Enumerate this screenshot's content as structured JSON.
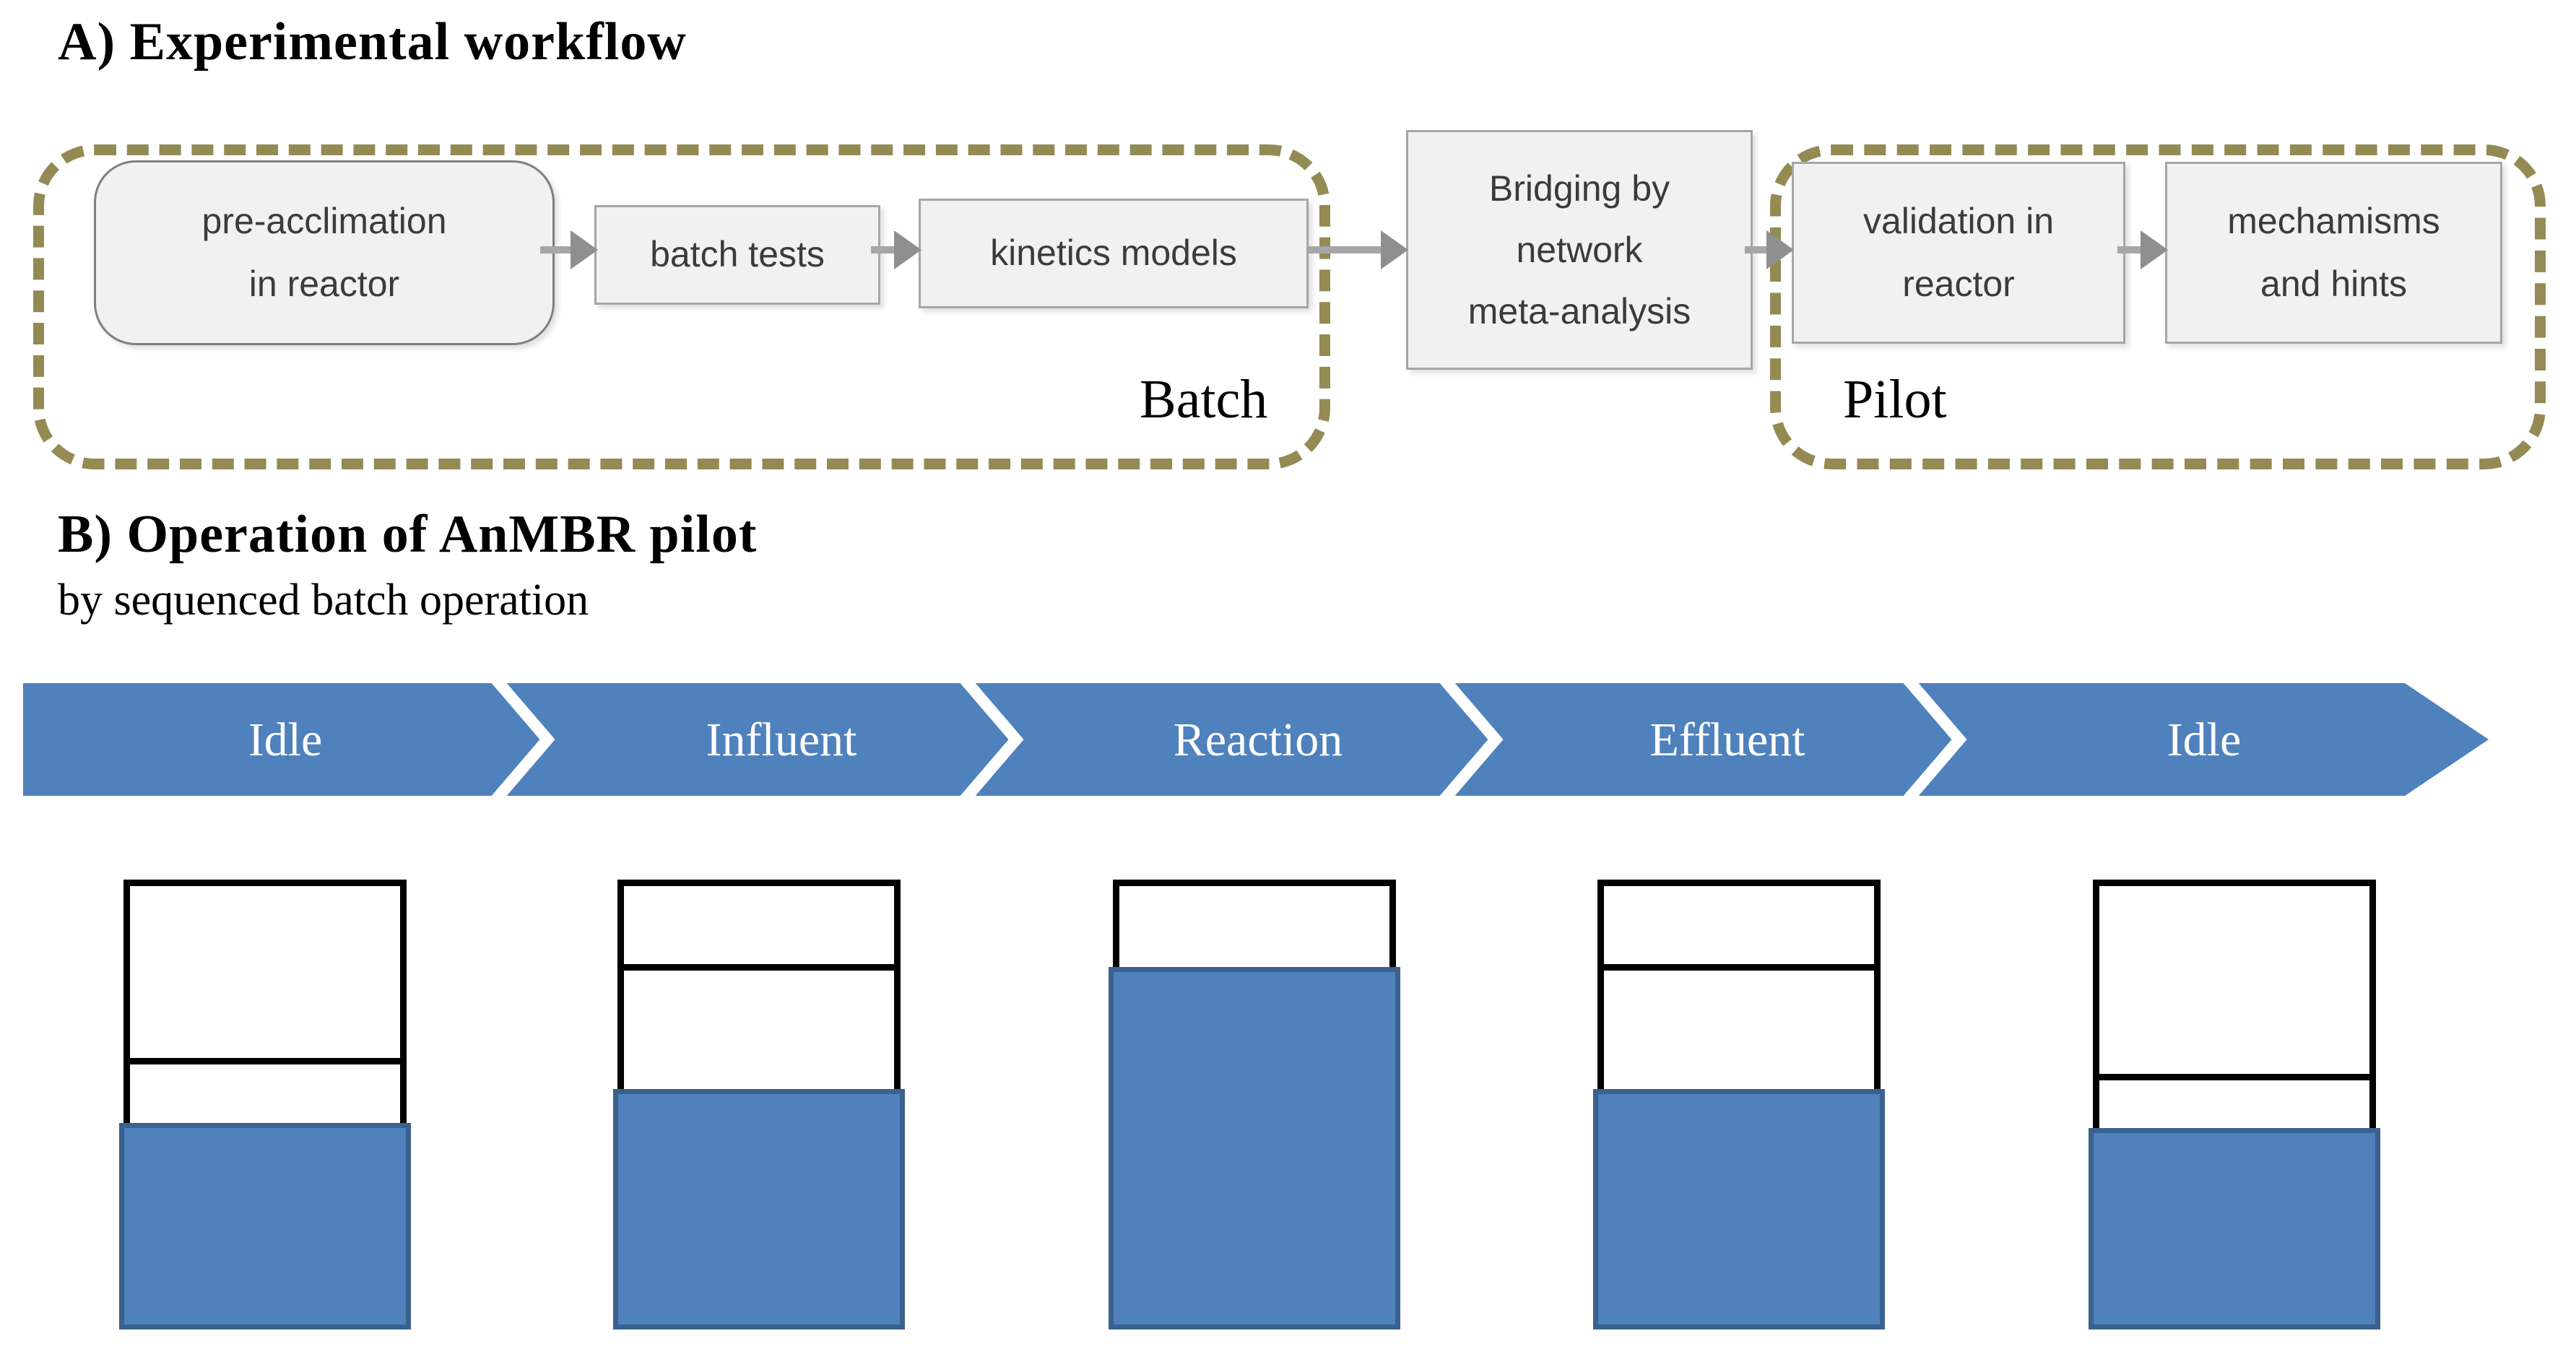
{
  "panel_a": {
    "title": "A) Experimental workflow",
    "batch_group_label": "Batch",
    "pilot_group_label": "Pilot",
    "boxes": {
      "pre_acclimation": {
        "line1": "pre-acclimation",
        "line2": "in reactor"
      },
      "batch_tests": {
        "label": "batch tests"
      },
      "kinetics_models": {
        "label": "kinetics models"
      },
      "bridging": {
        "line1": "Bridging by",
        "line2": "network",
        "line3": "meta-analysis"
      },
      "validation": {
        "line1": "validation in",
        "line2": "reactor"
      },
      "mechanisms": {
        "line1": "mechamisms",
        "line2": "and hints"
      }
    }
  },
  "panel_b": {
    "title": "B) Operation of AnMBR pilot",
    "subtitle": "by sequenced batch operation",
    "stages": [
      {
        "label": "Idle"
      },
      {
        "label": "Influent"
      },
      {
        "label": "Reaction"
      },
      {
        "label": "Effluent"
      },
      {
        "label": "Idle"
      }
    ],
    "tanks": [
      {
        "stage": "Idle",
        "divider_pct": 40,
        "fill_top_pct": 54.5
      },
      {
        "stage": "Influent",
        "divider_pct": 19,
        "fill_top_pct": 47
      },
      {
        "stage": "Reaction",
        "divider_pct": null,
        "fill_top_pct": 19.5
      },
      {
        "stage": "Effluent",
        "divider_pct": 19,
        "fill_top_pct": 47
      },
      {
        "stage": "Idle",
        "divider_pct": 43.5,
        "fill_top_pct": 55.6
      }
    ]
  },
  "colors": {
    "accent_blue": "#4F81BD",
    "blue_border": "#3A618F",
    "dash_olive": "#948A54",
    "box_fill": "#F1F1F1",
    "box_border": "#A6A6A6",
    "arrow_gray": "#9A9A9A",
    "box_text": "#3B3B3B"
  }
}
